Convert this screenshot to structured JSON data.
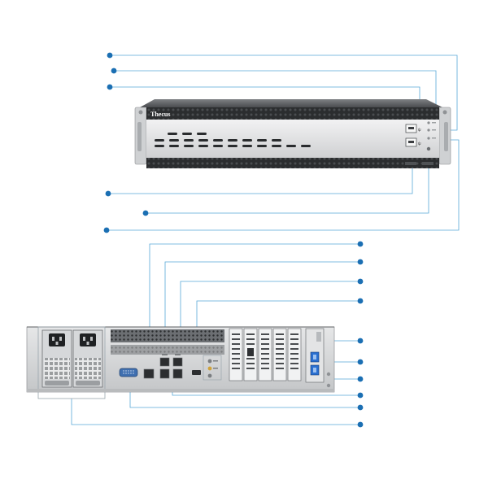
{
  "front_panel": {
    "brand": "Thecus",
    "usb_port_count": 2,
    "led_indicator_count": 4
  },
  "rear_panel": {
    "power_supply_count": 2,
    "lan_port_count": 5,
    "usb3_port_count": 2,
    "expansion_slot_count": 5
  },
  "callouts": {
    "front_count": 6,
    "rear_count": 10
  },
  "colors": {
    "callout_line": "#57a7d8",
    "callout_dot": "#1b6fb3",
    "chassis_front": "#d9dadb",
    "chassis_dark": "#2e3032",
    "usb3_blue": "#2a6fd0"
  }
}
